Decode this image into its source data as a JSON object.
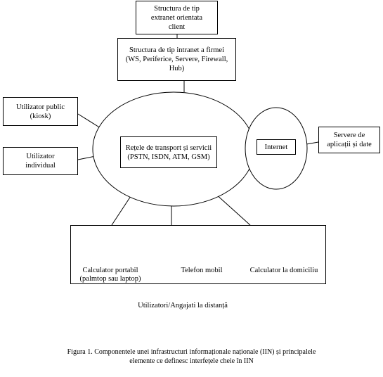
{
  "nodes": {
    "extranet": {
      "lines": [
        "Structura de tip",
        "extranet orientata",
        "client"
      ]
    },
    "intranet": {
      "lines": [
        "Structura de tip intranet a firmei",
        "(WS, Periferice, Servere, Firewall,",
        "Hub)"
      ]
    },
    "public_user": {
      "lines": [
        "Utilizator public",
        "(kiosk)"
      ]
    },
    "individual_user": {
      "lines": [
        "Utilizator",
        "individual"
      ]
    },
    "transport": {
      "lines": [
        "Rețele de transport și servicii",
        "(PSTN, ISDN, ATM, GSM)"
      ]
    },
    "internet": {
      "lines": [
        "Internet"
      ]
    },
    "app_servers": {
      "lines": [
        "Servere de",
        "aplicații și date"
      ]
    }
  },
  "devices": [
    {
      "label_lines": [
        "Calculator portabil",
        "(palmtop sau laptop)"
      ],
      "icon": "laptop-icon"
    },
    {
      "label_lines": [
        "Telefon mobil"
      ],
      "icon": "mobile-phone-icon"
    },
    {
      "label_lines": [
        "Calculator la domiciliu"
      ],
      "icon": "desktop-computer-icon"
    }
  ],
  "remote_label": "Utilizatori/Angajati la distanță",
  "caption": {
    "lines": [
      "Figura 1. Componentele unei infrastructuri informaționale naționale (IIN) și principalele",
      "elemente ce definesc interfețele cheie în IIN"
    ]
  }
}
